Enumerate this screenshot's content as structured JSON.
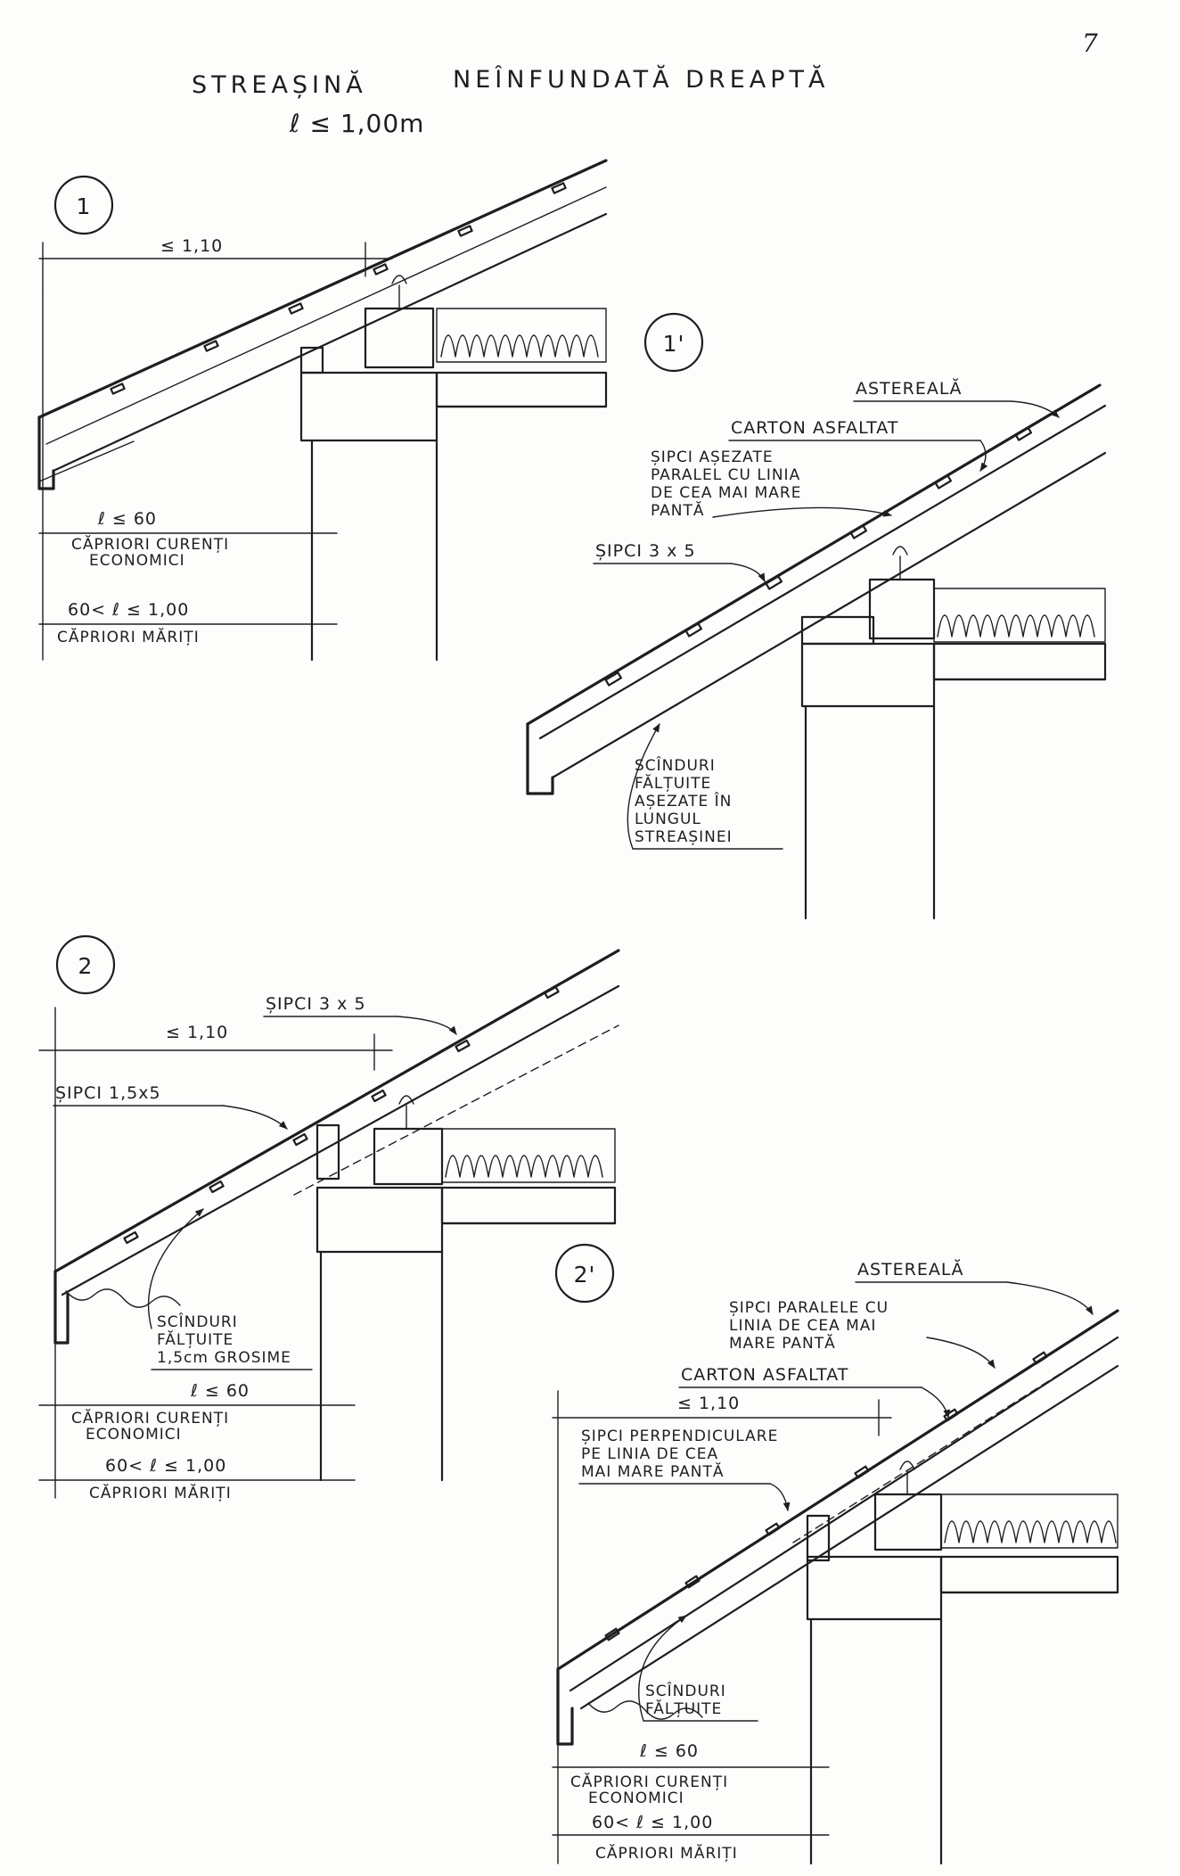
{
  "page_number": "7",
  "title": {
    "main": "STREAȘINĂ",
    "secondary": "NEÎNFUNDATĂ DREAPTĂ",
    "condition": "ℓ ≤ 1,00m"
  },
  "details": [
    {
      "id": "1",
      "marker": "1",
      "dim_top": "≤ 1,10",
      "dim_a_value": "ℓ ≤ 60",
      "dim_a_caption_1": "CĂPRIORI CURENȚI",
      "dim_a_caption_2": "ECONOMICI",
      "dim_b_value": "60< ℓ ≤ 1,00",
      "dim_b_caption": "CĂPRIORI MĂRIȚI"
    },
    {
      "id": "1'",
      "marker": "1'",
      "asteriala": "ASTEREALĂ",
      "carton": "CARTON ASFALTAT",
      "sipci_asezate_1": "ȘIPCI AȘEZATE",
      "sipci_asezate_2": "PARALEL CU LINIA",
      "sipci_asezate_3": "DE CEA MAI MARE",
      "sipci_asezate_4": "PANTĂ",
      "sipci": "ȘIPCI 3 x 5",
      "scinduri_1": "SCÎNDURI",
      "scinduri_2": "FĂLȚUITE",
      "scinduri_3": "AȘEZATE ÎN",
      "scinduri_4": "LUNGUL",
      "scinduri_5": "STREAȘINEI"
    },
    {
      "id": "2",
      "marker": "2",
      "sipci_top": "ȘIPCI 3 x 5",
      "dim_top": "≤ 1,10",
      "sipci_side": "ȘIPCI 1,5x5",
      "scinduri_1": "SCÎNDURI",
      "scinduri_2": "FĂLȚUITE",
      "scinduri_3": "1,5cm GROSIME",
      "dim_a_value": "ℓ ≤ 60",
      "dim_a_caption_1": "CĂPRIORI CURENȚI",
      "dim_a_caption_2": "ECONOMICI",
      "dim_b_value": "60< ℓ ≤ 1,00",
      "dim_b_caption": "CĂPRIORI MĂRIȚI"
    },
    {
      "id": "2'",
      "marker": "2'",
      "asteriala": "ASTEREALĂ",
      "sipci_paralele_1": "ȘIPCI PARALELE CU",
      "sipci_paralele_2": "LINIA DE CEA MAI",
      "sipci_paralele_3": "MARE PANTĂ",
      "carton": "CARTON ASFALTAT",
      "dim_top": "≤ 1,10",
      "sipci_perp_1": "ȘIPCI PERPENDICULARE",
      "sipci_perp_2": "PE LINIA DE CEA",
      "sipci_perp_3": "MAI MARE PANTĂ",
      "scinduri_1": "SCÎNDURI",
      "scinduri_2": "FĂLȚUITE",
      "dim_a_value": "ℓ ≤ 60",
      "dim_a_caption_1": "CĂPRIORI CURENȚI",
      "dim_a_caption_2": "ECONOMICI",
      "dim_b_value": "60< ℓ ≤ 1,00",
      "dim_b_caption": "CĂPRIORI MĂRIȚI"
    }
  ]
}
